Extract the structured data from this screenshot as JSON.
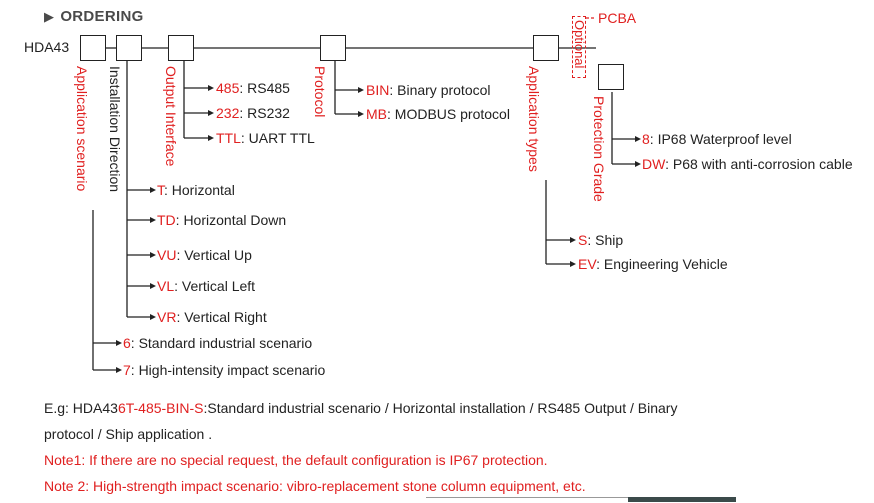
{
  "header": {
    "title": "ORDERING"
  },
  "model": "HDA43",
  "fields": {
    "application_scenario": "Application scenario",
    "installation_direction": "Installation Direction",
    "output_interface": "Output Interface",
    "protocol": "Protocol",
    "application_types": "Application types",
    "optional": "Optional",
    "pcba": "PCBA",
    "protection_grade": "Protection Grade"
  },
  "output_options": [
    {
      "code": "485",
      "desc": ": RS485"
    },
    {
      "code": "232",
      "desc": ": RS232"
    },
    {
      "code": "TTL",
      "desc": ": UART TTL"
    }
  ],
  "protocol_options": [
    {
      "code": "BIN",
      "desc": ": Binary protocol"
    },
    {
      "code": "MB",
      "desc": ": MODBUS protocol"
    }
  ],
  "protection_options": [
    {
      "code": "8",
      "desc": ": IP68 Waterproof level"
    },
    {
      "code": "DW",
      "desc": ": P68 with anti-corrosion cable"
    }
  ],
  "installation_options": [
    {
      "code": "T",
      "desc": ": Horizontal"
    },
    {
      "code": "TD",
      "desc": ": Horizontal Down"
    },
    {
      "code": "VU",
      "desc": ": Vertical Up"
    },
    {
      "code": "VL",
      "desc": ": Vertical Left"
    },
    {
      "code": "VR",
      "desc": ": Vertical Right"
    }
  ],
  "application_options": [
    {
      "code": "S",
      "desc": ": Ship"
    },
    {
      "code": "EV",
      "desc": ": Engineering Vehicle"
    }
  ],
  "scenario_options": [
    {
      "code": "6",
      "desc": ": Standard industrial scenario"
    },
    {
      "code": "7",
      "desc": ": High-intensity impact scenario"
    }
  ],
  "example": {
    "prefix": "E.g: HDA43",
    "c1": "6T-485-BIN-S",
    "rest": ":Standard industrial scenario / Horizontal installation / RS485 Output / Binary",
    "line2": "protocol / Ship application ."
  },
  "notes": [
    "Note1: If there are no special request, the default configuration is IP67 protection.",
    "Note 2: High-strength impact scenario: vibro-replacement stone column equipment, etc."
  ],
  "colors": {
    "accent": "#e02020",
    "line": "#222222"
  }
}
